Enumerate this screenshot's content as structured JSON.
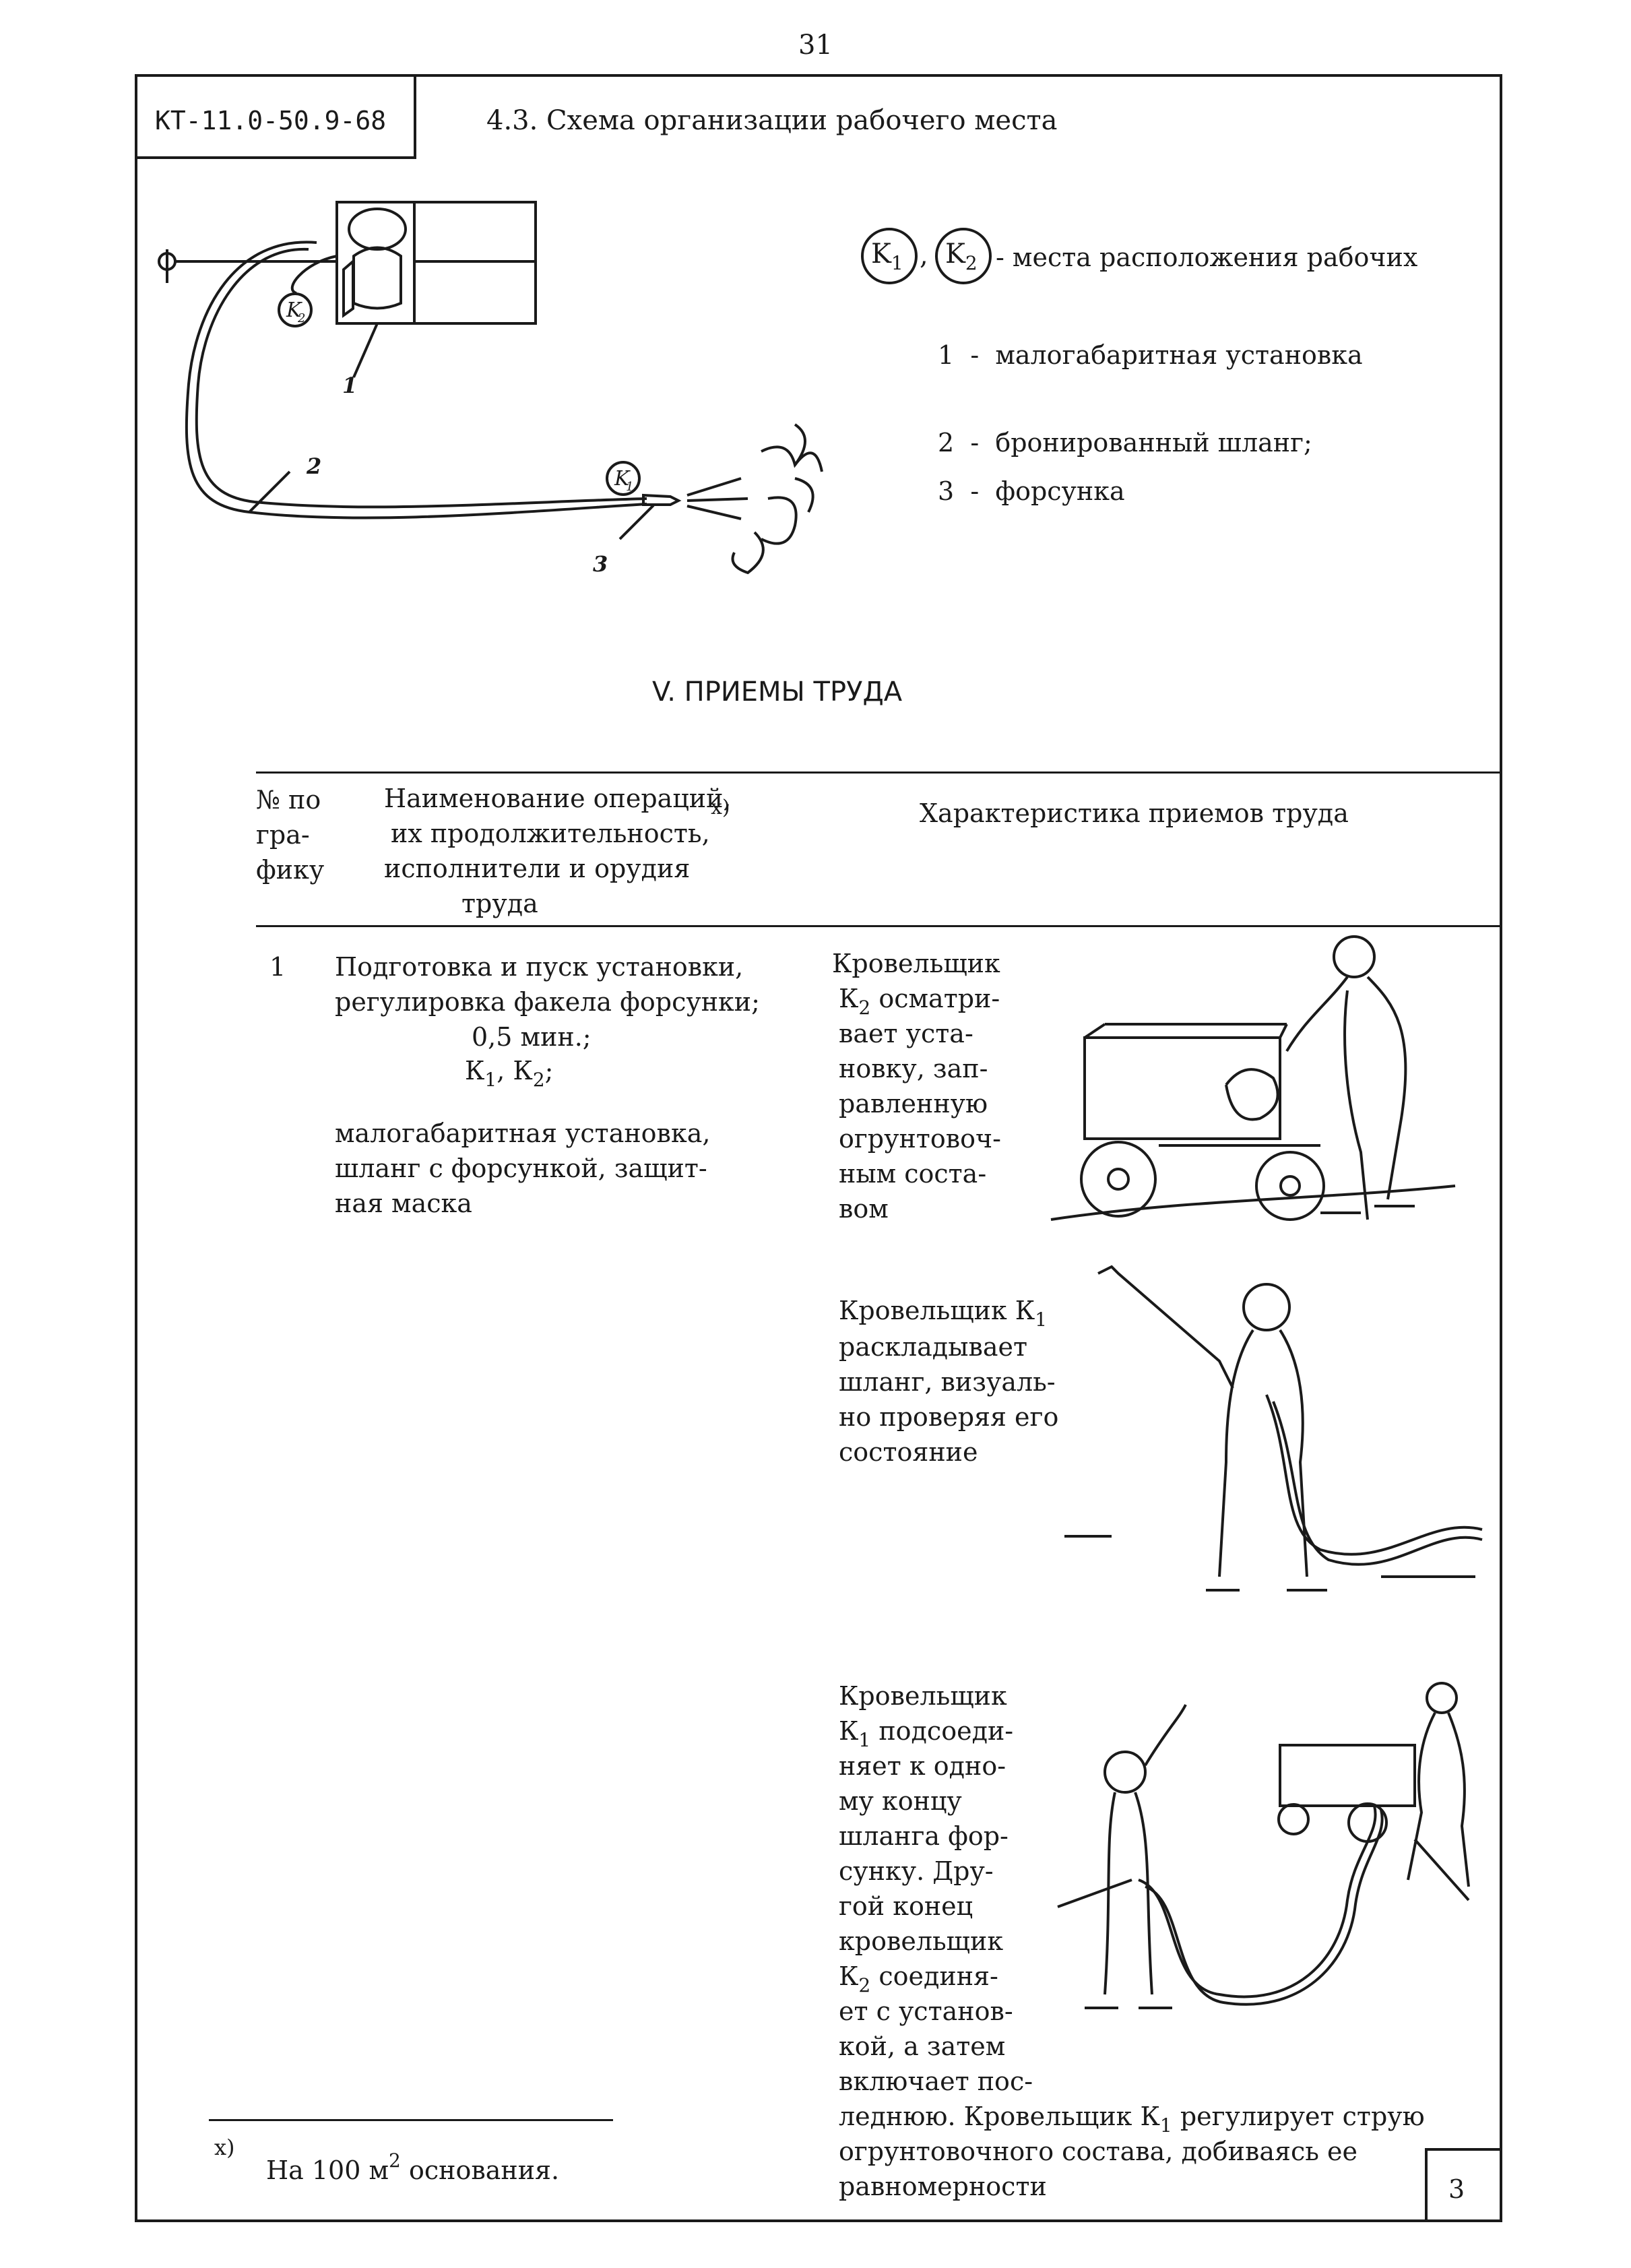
{
  "page": {
    "number": "31",
    "code": "КТ-11.0-50.9-68",
    "section_title": "4.3. Схема организации рабочего места",
    "corner_number": "3"
  },
  "scheme": {
    "legend_k": "- места расположения рабочих",
    "k1": "K",
    "k1_sub": "1",
    "k2": "K",
    "k2_sub": "2",
    "comma": ",",
    "items": [
      "1  -  малогабаритная установка",
      "2  -  бронированный шланг;",
      "3  -  форсунка"
    ],
    "callouts": [
      "1",
      "2",
      "3"
    ]
  },
  "section5": {
    "title": "V. ПРИЕМЫ ТРУДА"
  },
  "table": {
    "col1_header": [
      "№ по",
      "гра-",
      "фику"
    ],
    "col2_header": [
      "Наименование операций,",
      "их продолжительность,",
      "исполнители и орудия",
      "труда"
    ],
    "col2_header_mark": "x)",
    "col3_header": "Характеристика приемов труда",
    "row_number": "1",
    "operation": [
      "Подготовка и пуск установки,",
      "регулировка факела форсунки;"
    ],
    "duration": "0,5 мин.;",
    "workers": "К",
    "workers_sub1": "1",
    "workers_sep": ", К",
    "workers_sub2": "2",
    "workers_end": ";",
    "tools": [
      "малогабаритная установка,",
      "шланг с форсункой, защит-",
      "ная маска"
    ],
    "step1": [
      "Кровельщик",
      "К",
      "2",
      " осматри-",
      "вает уста-",
      "новку, зап-",
      "равленную",
      "огрунтовоч-",
      "ным соста-",
      "вом"
    ],
    "step2": [
      "Кровельщик К",
      "1",
      "раскладывает",
      "шланг, визуаль-",
      "но проверяя его",
      "состояние"
    ],
    "step3": [
      "Кровельщик",
      "К",
      "1",
      " подсоеди-",
      "няет к одно-",
      "му концу",
      "шланга фор-",
      "сунку. Дру-",
      "гой конец",
      "кровельщик",
      "К",
      "2",
      " соединя-",
      "ет с установ-",
      "кой, а затем",
      "включает пос-"
    ],
    "step3_tail": [
      "леднюю. Кровельщик К",
      "1",
      " регулирует струю",
      "огрунтовочного состава, добиваясь ее",
      "равномерности"
    ]
  },
  "footnote": {
    "mark": "x)",
    "text": "На 100 м",
    "sup": "2",
    "text_end": " основания."
  }
}
